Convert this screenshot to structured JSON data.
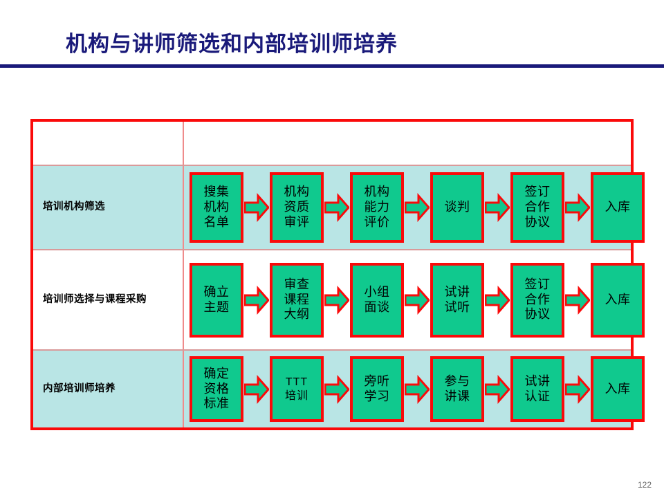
{
  "slide": {
    "title": "机构与讲师筛选和内部培训师培养",
    "title_color": "#1a1a7a",
    "rule_color": "#1a1a7a",
    "page_number": "122"
  },
  "theme": {
    "box_fill": "#10c98e",
    "box_border": "#fa0a0a",
    "arrow_fill": "#10c98e",
    "arrow_border": "#fa0a0a",
    "row_tint": "#b9e5e5",
    "table_border": "#fa0a0a"
  },
  "matrix": {
    "header_row": {
      "label": "",
      "flow": ""
    },
    "rows": [
      {
        "label": "培训机构筛选",
        "steps": [
          "搜集\n机构\n名单",
          "机构\n资质\n审评",
          "机构\n能力\n评价",
          "谈判",
          "签订\n合作\n协议",
          "入库"
        ]
      },
      {
        "label": "培训师选择与课程采购",
        "steps": [
          "确立\n主题",
          "审查\n课程\n大纲",
          "小组\n面谈",
          "试讲\n试听",
          "签订\n合作\n协议",
          "入库"
        ]
      },
      {
        "label": "内部培训师培养",
        "steps": [
          "确定\n资格\n标准",
          "TTT\n培训",
          "旁听\n学习",
          "参与\n讲课",
          "试讲\n认证",
          "入库"
        ]
      }
    ]
  }
}
